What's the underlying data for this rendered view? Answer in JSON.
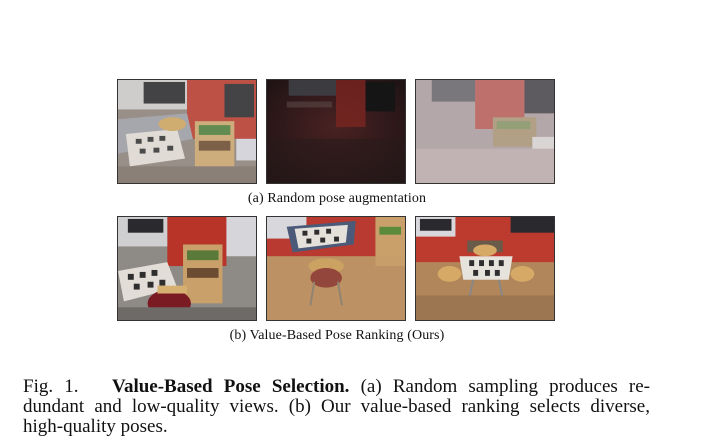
{
  "figure": {
    "subcaption_a": "(a) Random pose augmentation",
    "subcaption_b": "(b) Value-Based Pose Ranking (Ours)",
    "caption": {
      "label": "Fig. 1.",
      "title": "Value-Based Pose Selection.",
      "line1_rest": "(a) Random sampling produces re-",
      "line2": "dundant and low-quality views. (b) Our value-based ranking selects diverse,",
      "line3": "high-quality poses."
    }
  }
}
